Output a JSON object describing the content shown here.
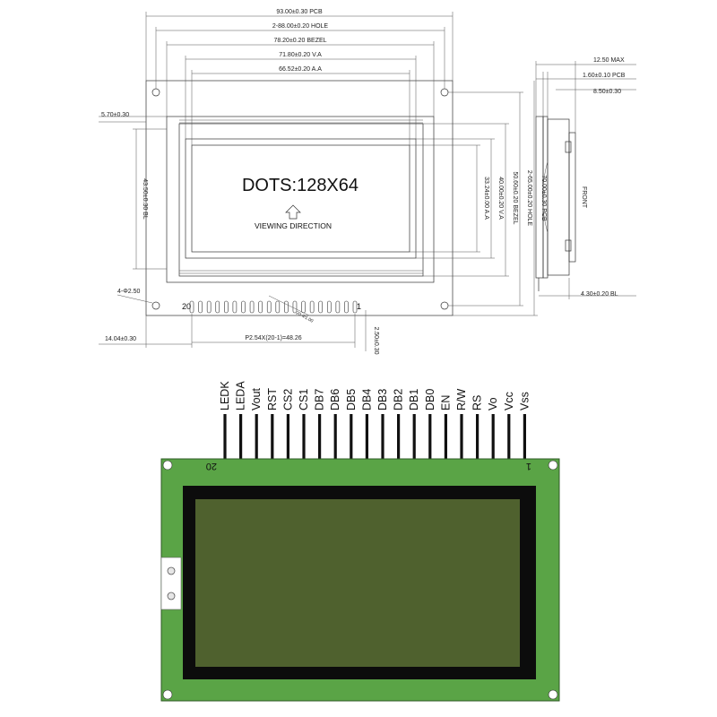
{
  "drawing": {
    "dims_top": [
      "93.00±0.30 PCB",
      "2-88.00±0.20 HOLE",
      "78.20±0.20 BEZEL",
      "71.80±0.20 V.A",
      "66.52±0.20 A.A"
    ],
    "dims_right": [
      "33.24±0.00 A.A",
      "40.00±0.20 V.A",
      "50.60±0.20 BEZEL",
      "2-65.00±0.20 HOLE",
      "70.00±0.30 PCB"
    ],
    "dims_side": [
      "12.50 MAX",
      "1.60±0.10 PCB",
      "8.50±0.30",
      "4.30±0.20 BL"
    ],
    "dim_left_offset": "5.70±0.30",
    "dim_bl_height": "43.50±0.30 BL",
    "dim_hole": "4-Φ2.50",
    "dim_pin_offset": "14.04±0.30",
    "dim_pitch": "P2.54X(20-1)=48.26",
    "dim_pin_len": "2.50±0.30",
    "dim_pin_dia": "20-Φ1.00",
    "dots_label": "DOTS:128X64",
    "viewing_label": "VIEWING DIRECTION",
    "front_label": "FRONT",
    "pin20_label": "20",
    "pin1_label": "1"
  },
  "module": {
    "pins": [
      "LEDK",
      "LEDA",
      "Vout",
      "RST",
      "CS2",
      "CS1",
      "DB7",
      "DB6",
      "DB5",
      "DB4",
      "DB3",
      "DB2",
      "DB1",
      "DB0",
      "EN",
      "R/W",
      "RS",
      "Vo",
      "Vcc",
      "Vss"
    ],
    "pin20_label": "20",
    "pin1_label": "1",
    "pcb_color": "#5aa446",
    "bezel_color": "#0c0c0c",
    "lcd_color": "#4f612e"
  }
}
